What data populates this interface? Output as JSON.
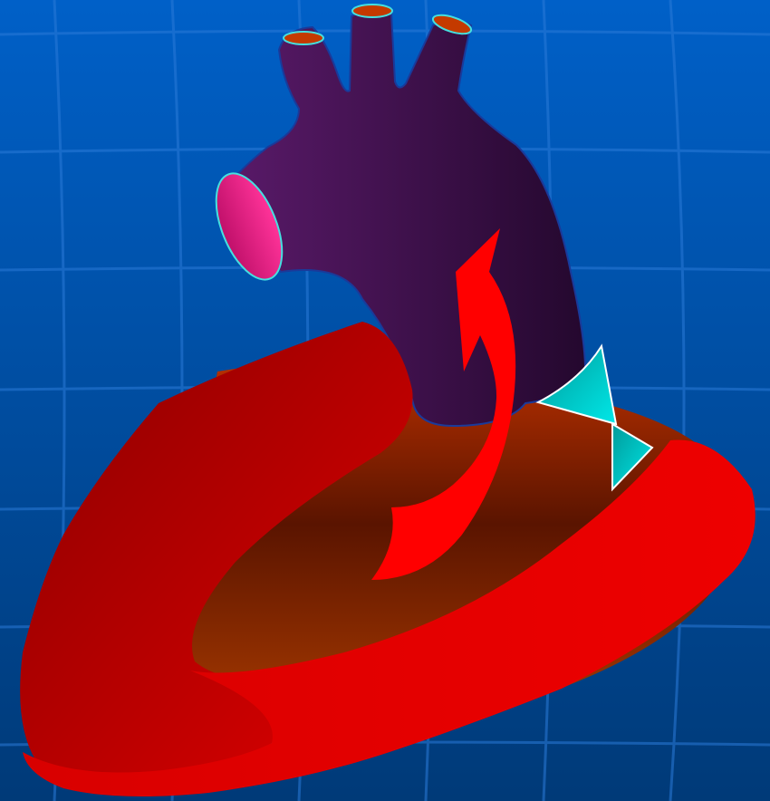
{
  "colors": {
    "background_top": "#0060c8",
    "background_bottom": "#003a78",
    "grid_line": "#2a7ad8",
    "ventricle_outer": "#e00000",
    "ventricle_dark": "#8a0000",
    "ventricle_cavity": "#5a1400",
    "aorta_light": "#5a1a6a",
    "aorta_dark": "#24082e",
    "aorta_stump": "#ff3399",
    "branch_vessel_cut": "#c43a00",
    "valve_leaflet": "#00e8e8",
    "flow_arrow": "#ff0000"
  },
  "diagram": {
    "subject": "heart-left-ventricle-and-aorta",
    "icons": [
      "aorta",
      "aortic-arch-branches",
      "left-ventricle",
      "aortic-valve",
      "blood-flow-arrow"
    ]
  }
}
